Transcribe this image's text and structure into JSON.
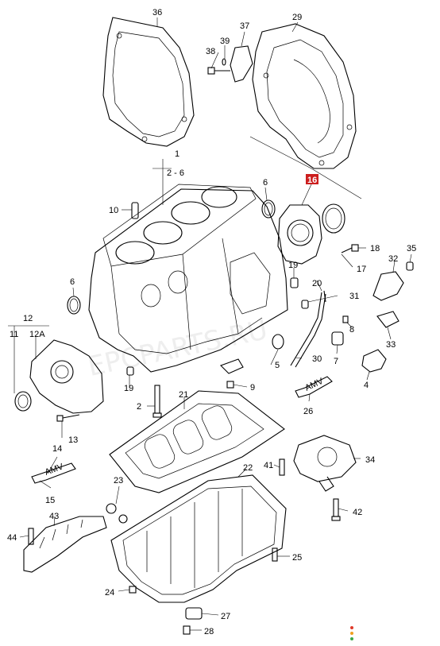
{
  "colors": {
    "line": "#000000",
    "highlight": "#cc1e1e",
    "watermark": "#cfcfcf"
  },
  "highlighted_part": "16",
  "watermark": "EPCPARTS.RU",
  "parts": {
    "p1": "1",
    "p1_sub": "2 - 6",
    "p2": "2",
    "p4": "4",
    "p5": "5",
    "p6a": "6",
    "p6b": "6",
    "p7": "7",
    "p8": "8",
    "p9": "9",
    "p10": "10",
    "p11": "11",
    "p12": "12",
    "p12a": "12A",
    "p13": "13",
    "p14": "14",
    "p15": "15",
    "p16": "16",
    "p17": "17",
    "p18": "18",
    "p19a": "19",
    "p19b": "19",
    "p20": "20",
    "p21": "21",
    "p22": "22",
    "p23": "23",
    "p24": "24",
    "p25": "25",
    "p26": "26",
    "p27": "27",
    "p28": "28",
    "p29": "29",
    "p30": "30",
    "p31": "31",
    "p32": "32",
    "p33": "33",
    "p34": "34",
    "p35": "35",
    "p36": "36",
    "p37": "37",
    "p38": "38",
    "p39": "39",
    "p41": "41",
    "p42": "42",
    "p43": "43",
    "p44": "44"
  },
  "tube_label_14": "AMV",
  "tube_label_26": "AMV"
}
